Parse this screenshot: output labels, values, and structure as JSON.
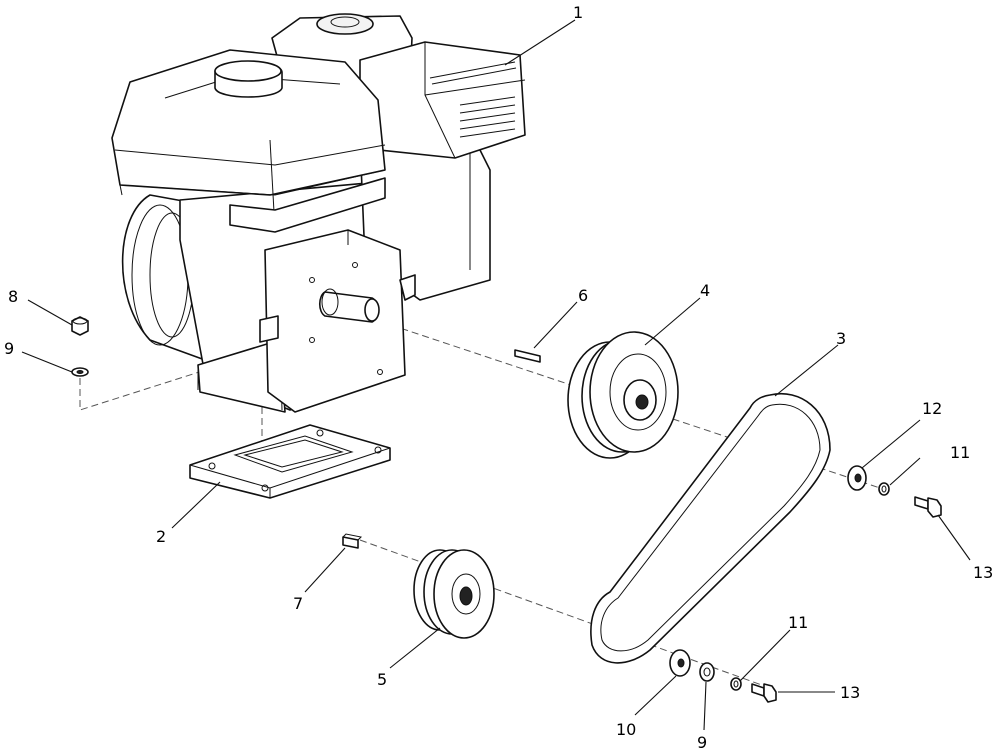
{
  "callouts": [
    {
      "id": "c1",
      "label": "1"
    },
    {
      "id": "c2",
      "label": "2"
    },
    {
      "id": "c3",
      "label": "3"
    },
    {
      "id": "c4",
      "label": "4"
    },
    {
      "id": "c5",
      "label": "5"
    },
    {
      "id": "c6",
      "label": "6"
    },
    {
      "id": "c7",
      "label": "7"
    },
    {
      "id": "c8",
      "label": "8"
    },
    {
      "id": "c9a",
      "label": "9"
    },
    {
      "id": "c9b",
      "label": "9"
    },
    {
      "id": "c10",
      "label": "10"
    },
    {
      "id": "c11a",
      "label": "11"
    },
    {
      "id": "c11b",
      "label": "11"
    },
    {
      "id": "c12",
      "label": "12"
    },
    {
      "id": "c13a",
      "label": "13"
    },
    {
      "id": "c13b",
      "label": "13"
    }
  ],
  "colors": {
    "line": "#111111",
    "background": "#ffffff",
    "axis": "#555555"
  }
}
